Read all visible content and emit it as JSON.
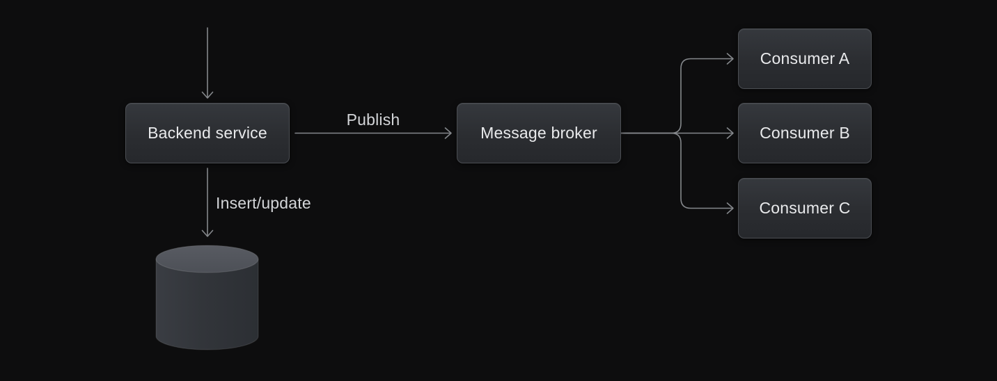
{
  "diagram": {
    "nodes": {
      "backend_service": {
        "label": "Backend service"
      },
      "message_broker": {
        "label": "Message broker"
      },
      "consumer_a": {
        "label": "Consumer A"
      },
      "consumer_b": {
        "label": "Consumer B"
      },
      "consumer_c": {
        "label": "Consumer C"
      },
      "database": {
        "icon": "database-cylinder-icon"
      }
    },
    "edge_labels": {
      "publish": "Publish",
      "insert_update": "Insert/update"
    },
    "edges": [
      {
        "from": "external",
        "to": "backend_service",
        "label": ""
      },
      {
        "from": "backend_service",
        "to": "message_broker",
        "label": "Publish"
      },
      {
        "from": "backend_service",
        "to": "database",
        "label": "Insert/update"
      },
      {
        "from": "message_broker",
        "to": "consumer_a",
        "label": ""
      },
      {
        "from": "message_broker",
        "to": "consumer_b",
        "label": ""
      },
      {
        "from": "message_broker",
        "to": "consumer_c",
        "label": ""
      }
    ],
    "colors": {
      "background": "#0d0d0e",
      "node_fill_top": "#35383d",
      "node_fill_bottom": "#26282c",
      "node_border": "#4b4e53",
      "node_text": "#e9eaec",
      "connector": "#85888c",
      "edge_label_text": "#d3d5d8",
      "cylinder_top": "#53565d",
      "cylinder_body": "#33363b"
    }
  }
}
